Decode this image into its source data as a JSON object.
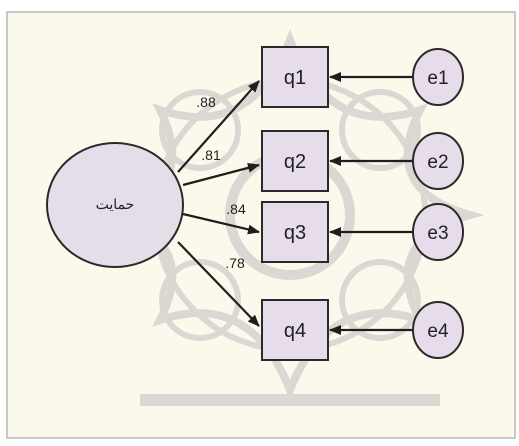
{
  "colors": {
    "background": "#fbf9ec",
    "border": "#b8b8b8",
    "node_fill": "#e6dcea",
    "latent_fill": "#e4dee8",
    "stroke": "#2a2a2a",
    "watermark": "#b9aeb6"
  },
  "diagram": {
    "latent": {
      "label": "حمایت"
    },
    "indicators": [
      {
        "label": "q1",
        "loading": ".88",
        "error": "e1"
      },
      {
        "label": "q2",
        "loading": ".81",
        "error": "e2"
      },
      {
        "label": "q3",
        "loading": ".84",
        "error": "e3"
      },
      {
        "label": "q4",
        "loading": ".78",
        "error": "e4"
      }
    ]
  }
}
